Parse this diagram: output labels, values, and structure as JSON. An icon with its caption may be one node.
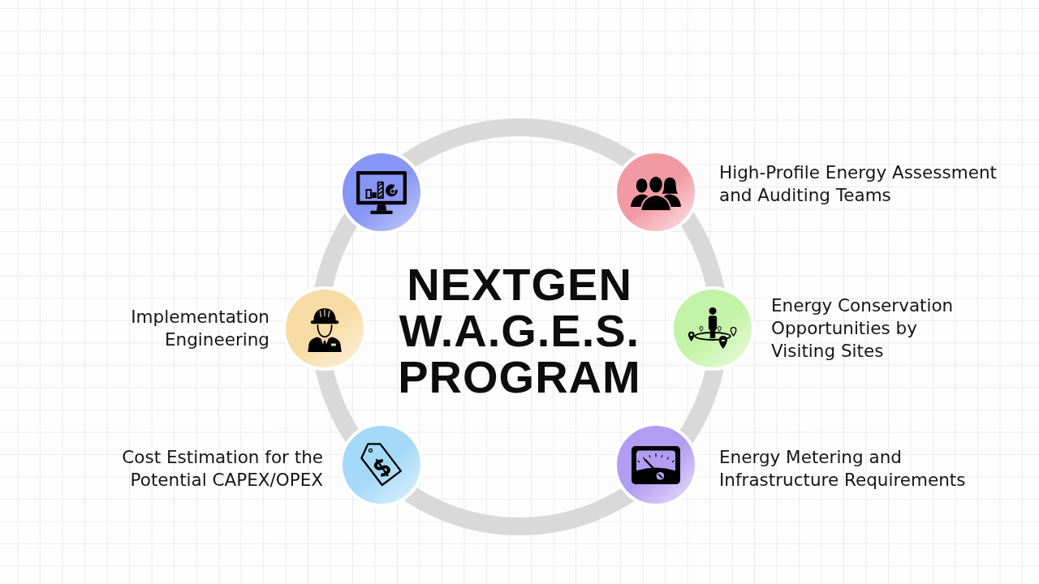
{
  "diagram": {
    "title": "NEXTGEN W.A.G.E.S. PROGRAM",
    "nodes": [
      {
        "text": [],
        "shape": "circle"
      },
      {
        "text": [],
        "shape": "circle",
        "beside": [
          "High-Profile Energy Assessment and Auditing Teams"
        ]
      },
      {
        "text": [],
        "shape": "circle",
        "beside": [
          "Implementation Engineering"
        ]
      },
      {
        "text": [],
        "shape": "circle",
        "beside": [
          "Energy Conservation Opportunities by Visiting Sites"
        ]
      },
      {
        "text": [],
        "shape": "circle",
        "beside": [
          "Cost Estimation for the Potential CAPEX/OPEX"
        ]
      },
      {
        "text": [],
        "shape": "circle",
        "beside": [
          "Energy Metering and Infrastructure Requirements"
        ]
      }
    ]
  }
}
